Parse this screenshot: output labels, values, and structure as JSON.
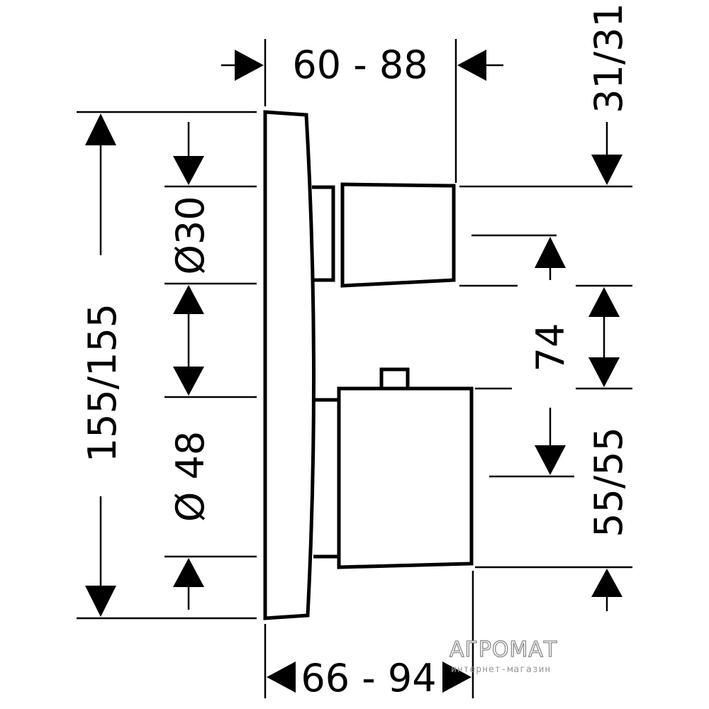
{
  "dimensions": {
    "top_width": "60 - 88",
    "bottom_width": "66 - 94",
    "total_height": "155/155",
    "top_knob_diameter": "Ø30",
    "bottom_knob_diameter": "Ø 48",
    "knob_spacing": "74",
    "top_knob_offset": "31/31",
    "bottom_knob_offset": "55/55"
  },
  "watermark": {
    "brand": "АГРОМАТ",
    "tagline": "интернет-магазин"
  },
  "colors": {
    "line": "#000000",
    "background": "#ffffff",
    "watermark": "#8a8a8a"
  }
}
